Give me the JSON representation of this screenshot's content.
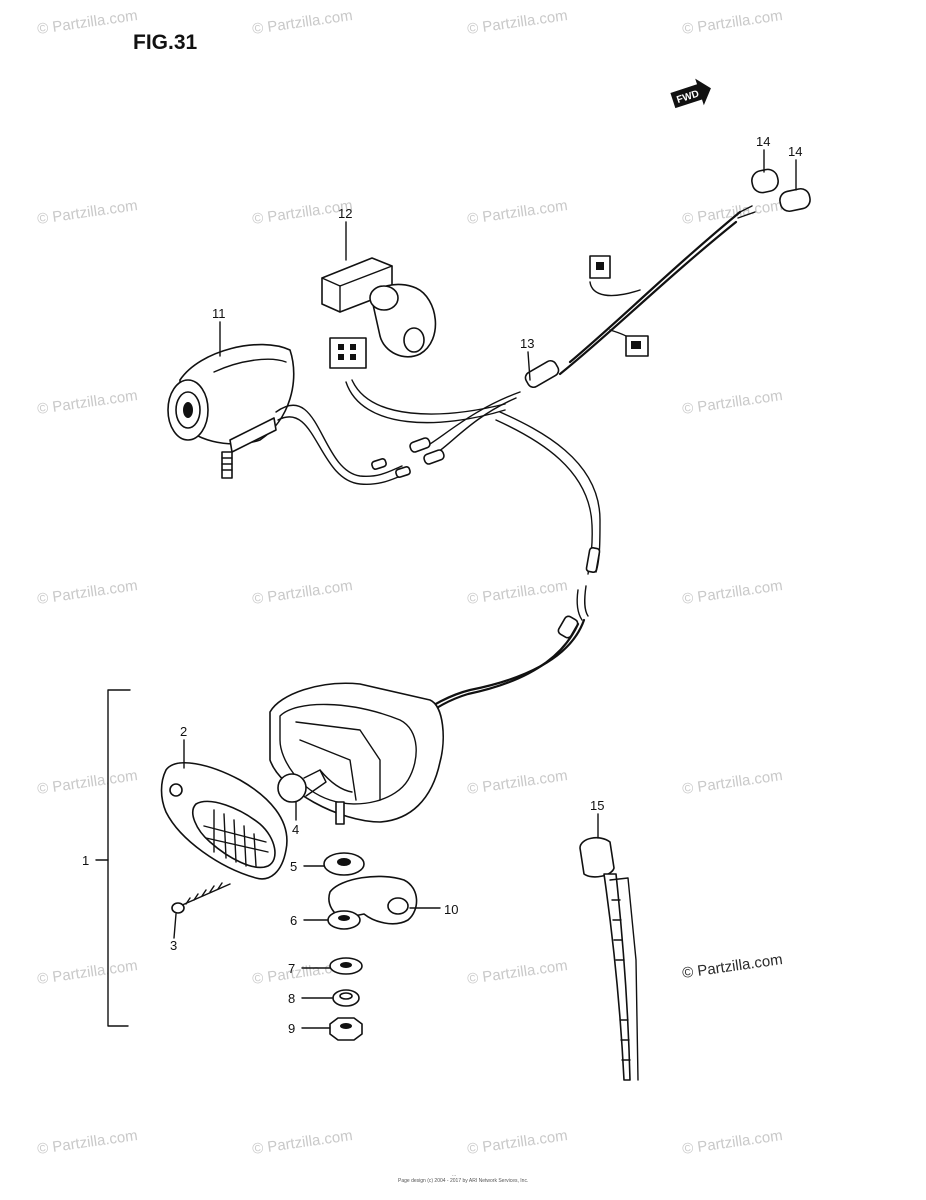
{
  "figure_title": "FIG.31",
  "fwd_label": "FWD",
  "watermark_text": "© Partzilla.com",
  "footer_line1": "...",
  "footer_line2": "Page design (c) 2004 - 2017 by ARI Network Services, Inc.",
  "callouts": [
    "1",
    "2",
    "3",
    "4",
    "5",
    "6",
    "7",
    "8",
    "9",
    "10",
    "11",
    "12",
    "13",
    "14",
    "14",
    "15"
  ],
  "colors": {
    "ink": "#111111",
    "watermark": "#c9c9c9",
    "background": "#ffffff"
  }
}
